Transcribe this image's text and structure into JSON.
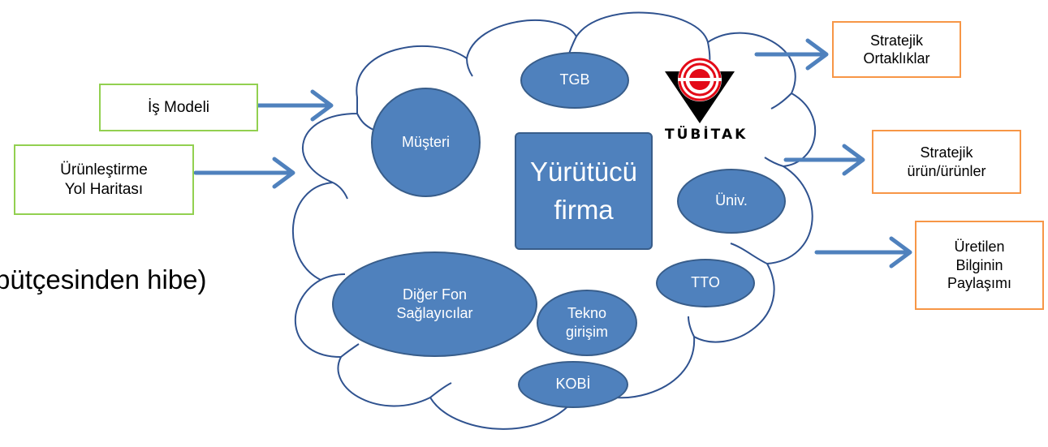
{
  "left_boxes": {
    "is_modeli": "İş Modeli",
    "urunlestirme": "Ürünleştirme\nYol Haritası"
  },
  "partial_text": "bütçesinden hibe)",
  "center": "Yürütücü\nfirma",
  "bubbles": {
    "tgb": "TGB",
    "musteri": "Müşteri",
    "univ": "Üniv.",
    "tto": "TTO",
    "diger_fon": "Diğer Fon\nSağlayıcılar",
    "tekno": "Tekno\ngirişim",
    "kobi": "KOBİ"
  },
  "logo": {
    "text": "TÜBİTAK"
  },
  "right_boxes": {
    "stratejik_ortakliklar": "Stratejik\nOrtaklıklar",
    "stratejik_urun": "Stratejik\nürün/ürünler",
    "uretilen_bilgi": "Üretilen\nBilginin\nPaylaşımı"
  },
  "colors": {
    "bubble_fill": "#4f81bd",
    "bubble_border": "#385d8a",
    "arrow": "#4f81bd",
    "cloud_stroke": "#2f528f",
    "left_box_border": "#92d050",
    "right_box_border": "#f79646",
    "logo_red": "#e30a17"
  }
}
